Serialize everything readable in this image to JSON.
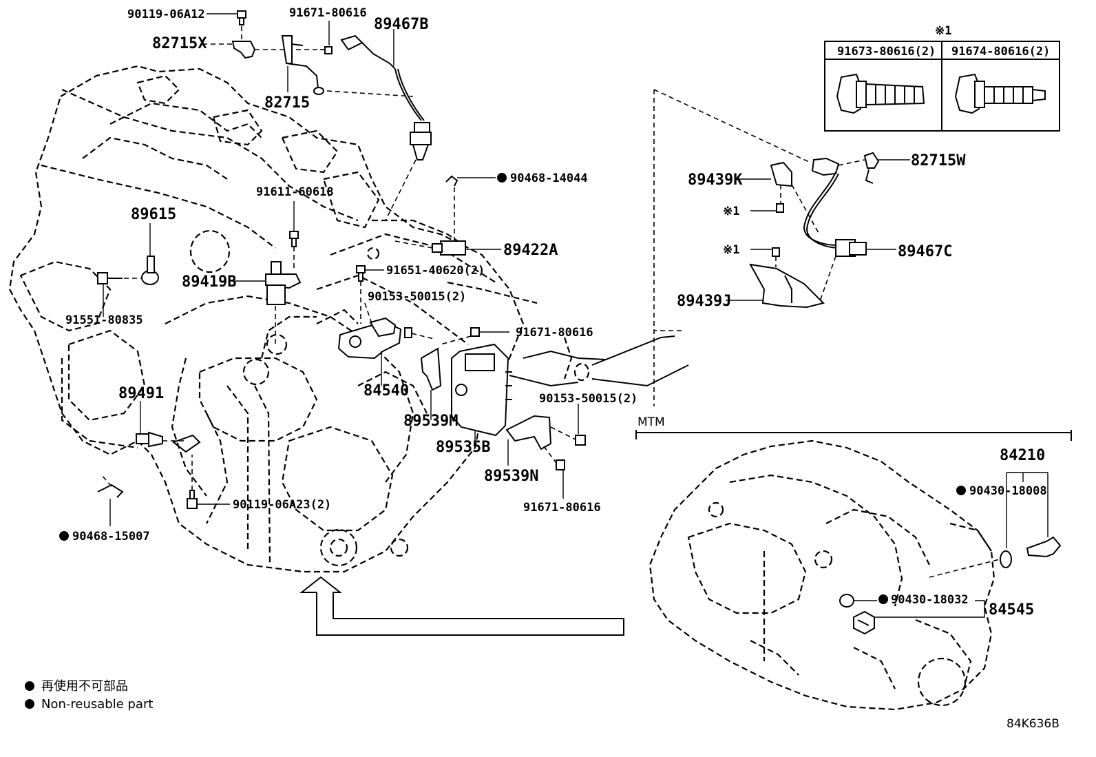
{
  "labels": {
    "p90119_06A12": "90119-06A12",
    "p82715X": "82715X",
    "p91671_80616_top": "91671-80616",
    "p89467B": "89467B",
    "p82715": "82715",
    "p90468_14044": "90468-14044",
    "p91611_60618": "91611-60618",
    "p89615": "89615",
    "p89422A": "89422A",
    "p89419B": "89419B",
    "p91651_40620": "91651-40620(2)",
    "p91551_80835": "91551-80835",
    "p90153_50015_a": "90153-50015(2)",
    "p91671_80616_mid": "91671-80616",
    "p84540": "84540",
    "p89491": "89491",
    "p89539M": "89539M",
    "p89535B": "89535B",
    "p90153_50015_b": "90153-50015(2)",
    "p89539N": "89539N",
    "p90119_06A23": "90119-06A23(2)",
    "p91671_80616_bot": "91671-80616",
    "p90468_15007": "90468-15007",
    "p89439K": "89439K",
    "p82715W": "82715W",
    "ref1_a": "※1",
    "ref1_b": "※1",
    "p89467C": "89467C",
    "p89439J": "89439J",
    "mtm": "MTM",
    "p84210": "84210",
    "p90430_18008": "90430-18008",
    "p90430_18032": "90430-18032",
    "p84545": "84545"
  },
  "inset": {
    "ref_mark": "※1",
    "col1": "91673-80616(2)",
    "col2": "91674-80616(2)"
  },
  "legend": {
    "jp": "再使用不可部品",
    "en": "Non-reusable part"
  },
  "diagram_code": "84K636B"
}
